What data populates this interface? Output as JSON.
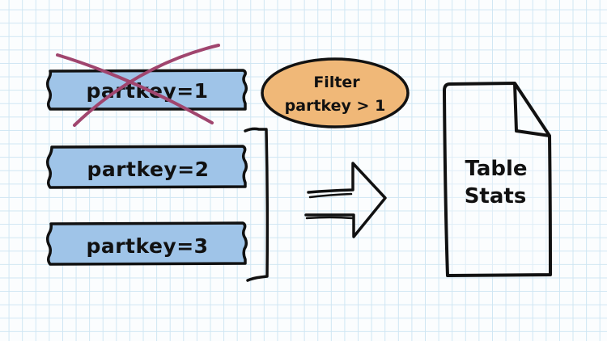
{
  "partitions": [
    {
      "label": "partkey=1",
      "filtered_out": true
    },
    {
      "label": "partkey=2",
      "filtered_out": false
    },
    {
      "label": "partkey=3",
      "filtered_out": false
    }
  ],
  "filter": {
    "line1": "Filter",
    "line2": "partkey > 1"
  },
  "output": {
    "line1": "Table",
    "line2": "Stats"
  },
  "colors": {
    "partition_fill": "#9fc4e8",
    "filter_fill": "#f0b878",
    "cross_out": "#a0456e",
    "grid": "#cfe6f3",
    "ink": "#111111"
  }
}
